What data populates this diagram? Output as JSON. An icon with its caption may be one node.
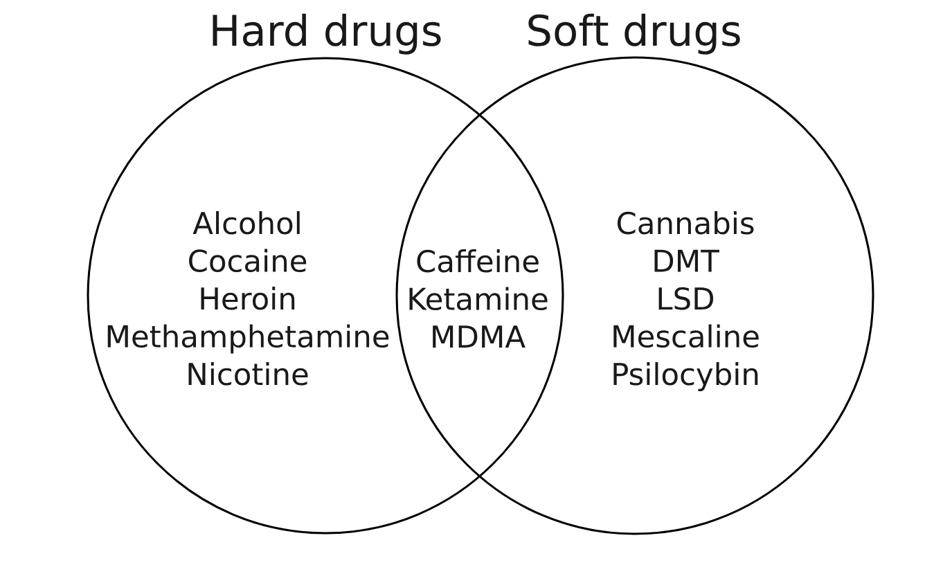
{
  "diagram": {
    "nodes": [
      {
        "text": [
          "Hard drugs",
          "Alcohol",
          "Cocaine",
          "Heroin",
          "Methamphetamine",
          "Nicotine"
        ]
      },
      {
        "text": [
          "Soft drugs",
          "Cannabis",
          "DMT",
          "LSD",
          "Mescaline",
          "Psilocybin"
        ]
      }
    ],
    "labels": [
      "Caffeine",
      "Ketamine",
      "MDMA"
    ]
  }
}
